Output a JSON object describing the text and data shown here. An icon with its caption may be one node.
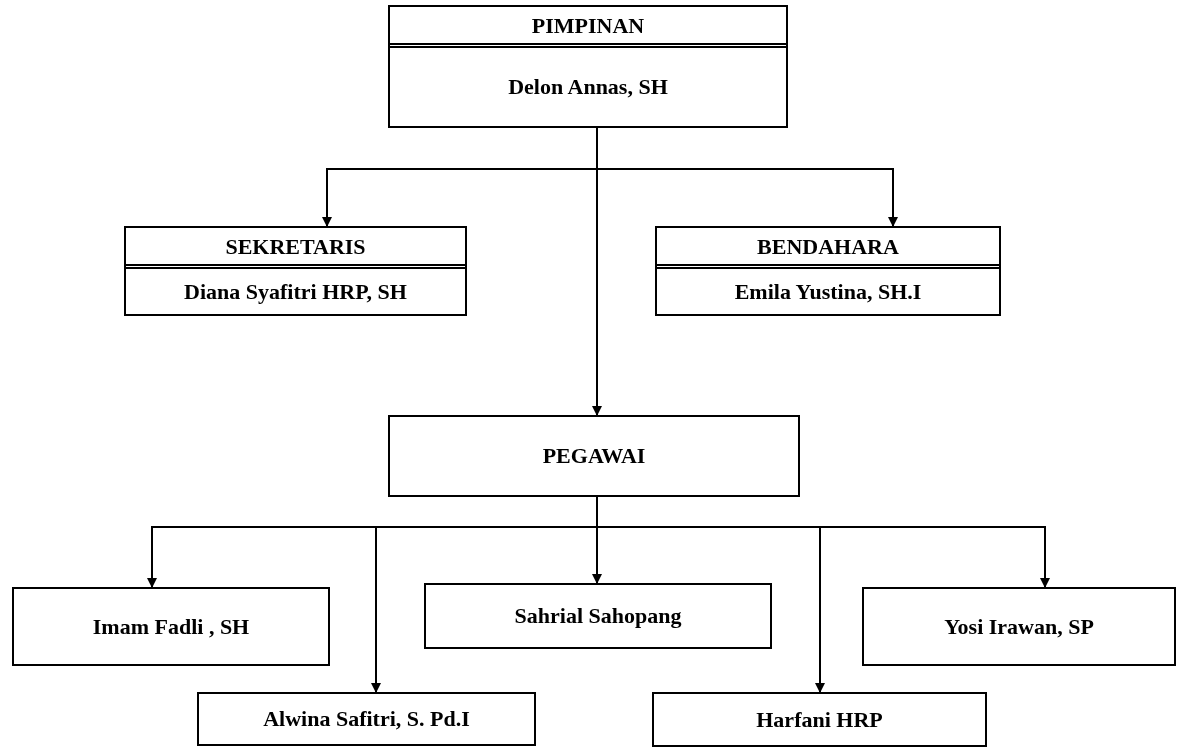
{
  "diagram": {
    "nodes": [
      {
        "text": [
          "PIMPINAN",
          "Delon Annas, SH"
        ]
      },
      {
        "text": [
          "SEKRETARIS",
          "Diana Syafitri HRP, SH"
        ]
      },
      {
        "text": [
          "BENDAHARA",
          "Emila Yustina, SH.I"
        ]
      },
      {
        "text": [
          "PEGAWAI"
        ]
      },
      {
        "text": [
          "Imam Fadli , SH"
        ]
      },
      {
        "text": [
          "Sahrial Sahopang"
        ]
      },
      {
        "text": [
          "Yosi Irawan, SP"
        ]
      },
      {
        "text": [
          "Alwina Safitri, S. Pd.I"
        ]
      },
      {
        "text": [
          "Harfani HRP"
        ]
      }
    ],
    "edges": [
      {
        "from": 0,
        "to": 1,
        "arrow": "to"
      },
      {
        "from": 0,
        "to": 2,
        "arrow": "to"
      },
      {
        "from": 0,
        "to": 3,
        "arrow": "to"
      },
      {
        "from": 3,
        "to": 4,
        "arrow": "to"
      },
      {
        "from": 3,
        "to": 7,
        "arrow": "to"
      },
      {
        "from": 3,
        "to": 5,
        "arrow": "to"
      },
      {
        "from": 3,
        "to": 8,
        "arrow": "to"
      },
      {
        "from": 3,
        "to": 6,
        "arrow": "to"
      }
    ]
  }
}
